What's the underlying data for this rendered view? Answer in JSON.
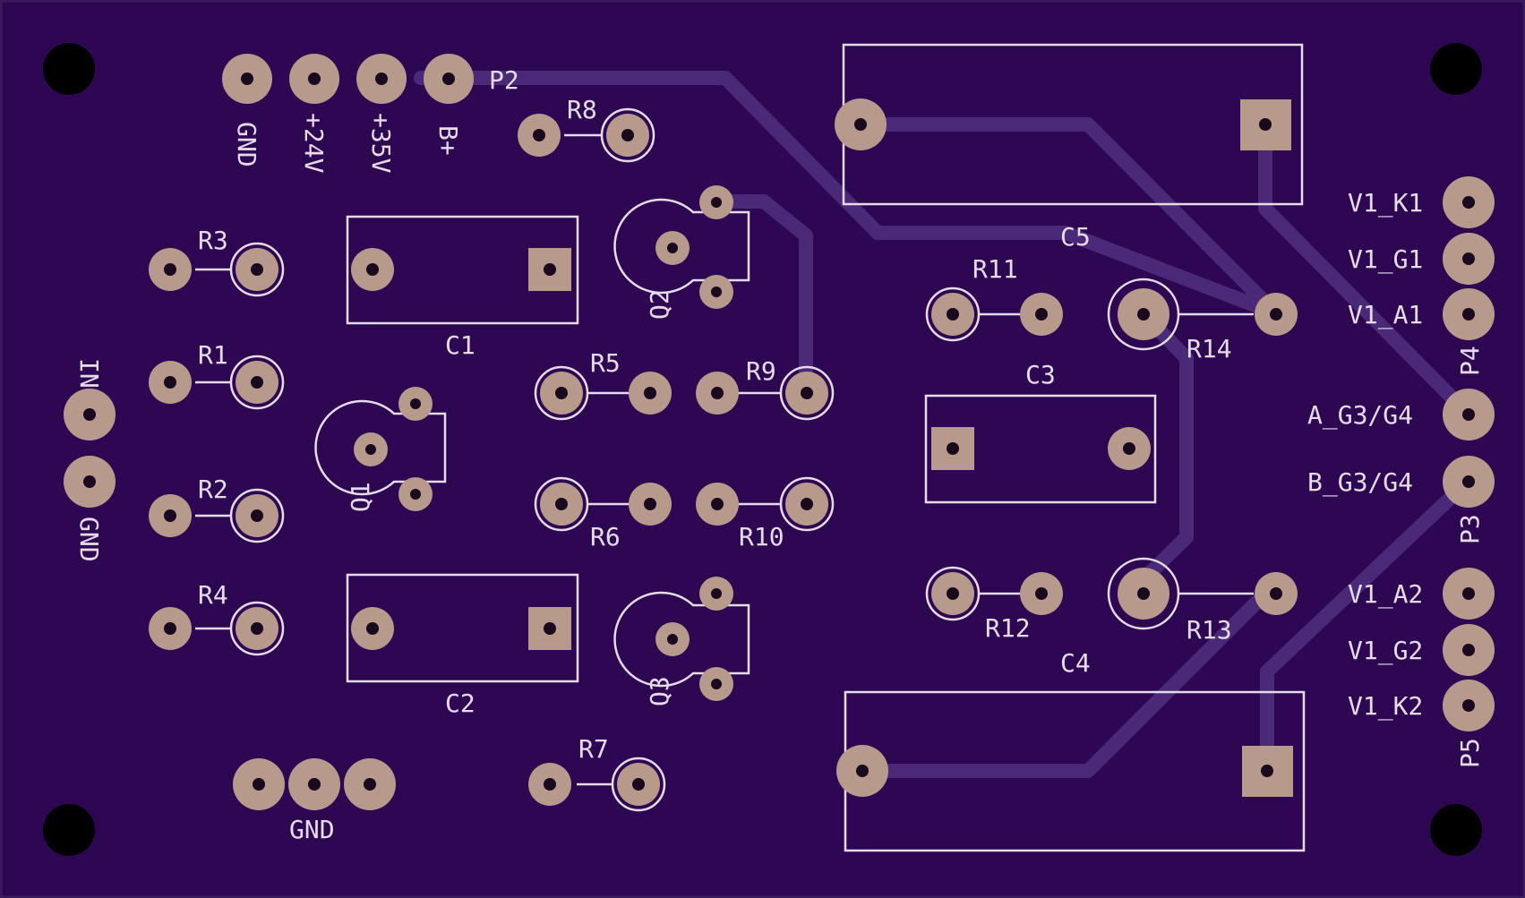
{
  "colors": {
    "board": "#2e0753",
    "edge": "#3a1b5e",
    "trace": "#4a2a78",
    "pad": "#b89a8c",
    "drill": "#1a0a1f",
    "silk": "#e6dbe8",
    "mount": "#000000"
  },
  "labels": {
    "p2": "P2",
    "p2_gnd": "GND",
    "p2_24v": "+24V",
    "p2_35v": "+35V",
    "p2_bplus": "B+",
    "r8": "R8",
    "r3": "R3",
    "r1": "R1",
    "r2": "R2",
    "r4": "R4",
    "r5": "R5",
    "r6": "R6",
    "r7": "R7",
    "r9": "R9",
    "r10": "R10",
    "r11": "R11",
    "r12": "R12",
    "r13": "R13",
    "r14": "R14",
    "c1": "C1",
    "c2": "C2",
    "c3": "C3",
    "c4": "C4",
    "c5": "C5",
    "q1": "Q1",
    "q2": "Q2",
    "q3": "Q3",
    "in": "IN",
    "in_gnd": "GND",
    "bottom_gnd": "GND",
    "v1_k1": "V1_K1",
    "v1_g1": "V1_G1",
    "v1_a1": "V1_A1",
    "p4": "P4",
    "a_g3g4": "A_G3/G4",
    "b_g3g4": "B_G3/G4",
    "p3": "P3",
    "v1_a2": "V1_A2",
    "v1_g2": "V1_G2",
    "v1_k2": "V1_K2",
    "p5": "P5"
  }
}
